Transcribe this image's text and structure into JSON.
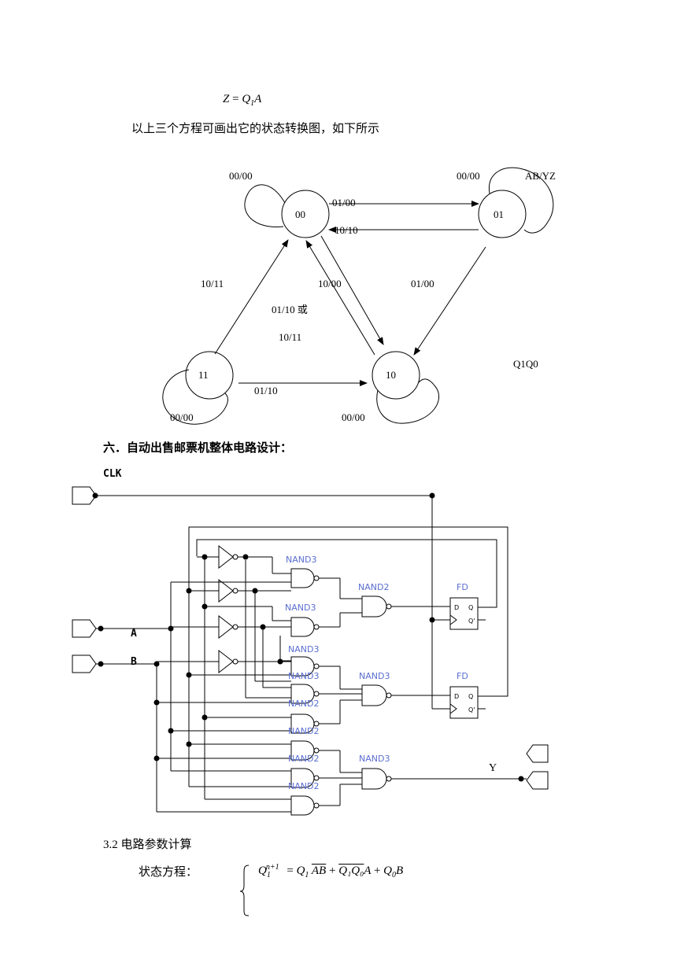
{
  "top_equation": {
    "lhs": "Z",
    "rhs_q": "Q",
    "rhs_sub": "1",
    "rhs_a": "A"
  },
  "intro_text": "以上三个方程可画出它的状态转换图，如下所示",
  "state_diagram": {
    "legend": "AB/YZ",
    "state_legend": "Q1Q0",
    "states": [
      "00",
      "01",
      "10",
      "11"
    ],
    "transitions": {
      "s00_self": "00/00",
      "s01_self": "00/00",
      "s10_self": "00/00",
      "s11_self": "00/00",
      "s00_to_01": "01/00",
      "s01_to_00": "10/10",
      "s11_to_00": "10/11",
      "s00_to_10": "10/00",
      "s01_to_10": "01/00",
      "s10_to_00_a": "01/10 或",
      "s10_to_00_b": "10/11",
      "s11_to_10": "01/10"
    }
  },
  "section_heading": "六．自动出售邮票机整体电路设计：",
  "circuit": {
    "clk_label": "CLK",
    "input_a": "A",
    "input_b": "B",
    "output_y": "Y",
    "gate_labels": [
      "NAND3",
      "NAND2",
      "FD",
      "NAND3",
      "NAND3",
      "NAND3",
      "NAND3",
      "FD",
      "NAND2",
      "NAND2",
      "NAND2",
      "NAND3",
      "NAND2"
    ],
    "ff_pins": {
      "d": "D",
      "q": "Q",
      "qn": "Q'"
    }
  },
  "subsection": "3.2  电路参数计算",
  "state_eq_label": "状态方程：",
  "state_equation": {
    "q": "Q",
    "sub": "1",
    "sup": "n+1",
    "eq": "=",
    "t1_q": "Q",
    "t1_sub": "1",
    "t1_bar": "AB",
    "plus1": "+",
    "t2_bar": "Q₁Q₀",
    "t2_a": "A",
    "plus2": "+",
    "t3_q": "Q",
    "t3_sub": "0",
    "t3_b": "B"
  }
}
